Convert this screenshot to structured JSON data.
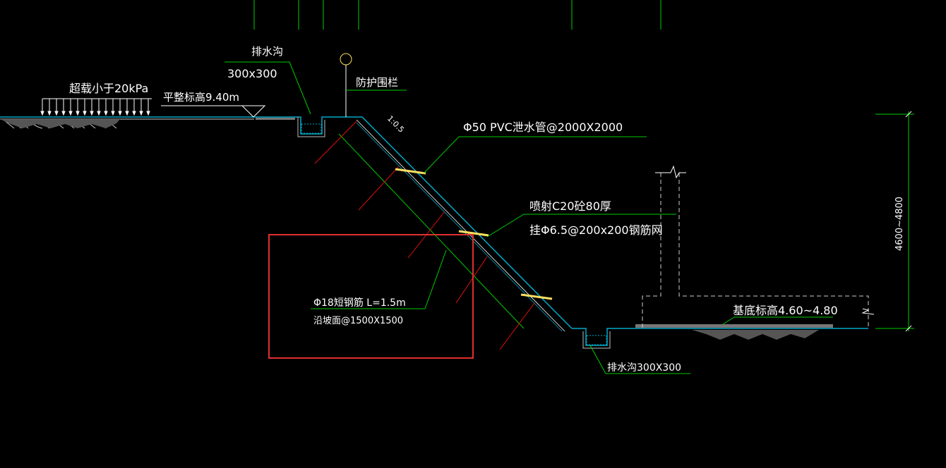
{
  "colors": {
    "background": "#000000",
    "leader_line": "#00cc00",
    "slope_surface": "#00a8c8",
    "inner_slope": "#ffffff",
    "nail_red": "#e01010",
    "nail_green": "#00cc00",
    "drain_pipe": "#ffe060",
    "selection_box": "#e03030",
    "text": "#ffffff",
    "dashed_structure": "#cccccc"
  },
  "labels": {
    "surcharge": "超载小于20kPa",
    "grade_elevation": "平整标高9.40m",
    "drain_top": "排水沟",
    "drain_top_size": "300x300",
    "railing": "防护围栏",
    "slope_ratio": "1:0.5",
    "pvc_pipe": "Φ50 PVC泄水管@2000X2000",
    "shotcrete": "喷射C20砼80厚",
    "mesh": "挂Φ6.5@200x200钢筋网",
    "short_rebar": "Φ18短钢筋 L=1.5m",
    "short_rebar_spacing": "沿坡面@1500X1500",
    "base_elevation": "基底标高4.60~4.80",
    "dimension": "4600~4800",
    "drain_bottom": "排水沟300X300"
  }
}
